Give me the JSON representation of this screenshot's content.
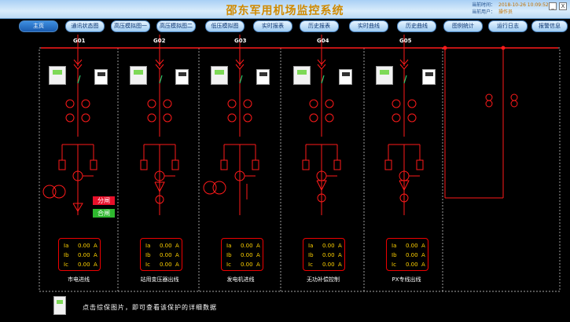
{
  "window": {
    "title": "邵东军用机场监控系统",
    "time_label": "当前时间：",
    "time_value": "2018-10-26 10:09:52",
    "user_label": "当前用户：",
    "user_value": "操作员",
    "min": "_",
    "close": "X"
  },
  "nav": [
    "主页",
    "通讯状态图",
    "高压模拟图一",
    "高压模拟图二",
    "低压模拟图",
    "实时报表",
    "历史报表",
    "实时曲线",
    "历史曲线",
    "图例统计",
    "运行日志",
    "报警信息"
  ],
  "feeders": [
    {
      "code": "G01",
      "name": "市电进线",
      "rows": [
        {
          "k": "Ia",
          "v": "0.00",
          "u": "A"
        },
        {
          "k": "Ib",
          "v": "0.00",
          "u": "A"
        },
        {
          "k": "Ic",
          "v": "0.00",
          "u": "A"
        }
      ]
    },
    {
      "code": "G02",
      "name": "站用变压器出线",
      "rows": [
        {
          "k": "Ia",
          "v": "0.00",
          "u": "A"
        },
        {
          "k": "Ib",
          "v": "0.00",
          "u": "A"
        },
        {
          "k": "Ic",
          "v": "0.00",
          "u": "A"
        }
      ]
    },
    {
      "code": "G03",
      "name": "发电机进线",
      "rows": [
        {
          "k": "Ia",
          "v": "0.00",
          "u": "A"
        },
        {
          "k": "Ib",
          "v": "0.00",
          "u": "A"
        },
        {
          "k": "Ic",
          "v": "0.00",
          "u": "A"
        }
      ]
    },
    {
      "code": "G04",
      "name": "无功补偿控制",
      "rows": [
        {
          "k": "Ia",
          "v": "0.00",
          "u": "A"
        },
        {
          "k": "Ib",
          "v": "0.00",
          "u": "A"
        },
        {
          "k": "Ic",
          "v": "0.00",
          "u": "A"
        }
      ]
    },
    {
      "code": "G05",
      "name": "PX专线出线",
      "rows": [
        {
          "k": "Ia",
          "v": "0.00",
          "u": "A"
        },
        {
          "k": "Ib",
          "v": "0.00",
          "u": "A"
        },
        {
          "k": "Ic",
          "v": "0.00",
          "u": "A"
        }
      ]
    }
  ],
  "status": {
    "open": "分闸",
    "close": "合闸"
  },
  "hint": "点击综保图片，即可查看该保护的详细数据",
  "colors": {
    "line": "#ff1a1a",
    "accent": "#ffd200",
    "open": "#e8102a",
    "close": "#2eb82e"
  }
}
